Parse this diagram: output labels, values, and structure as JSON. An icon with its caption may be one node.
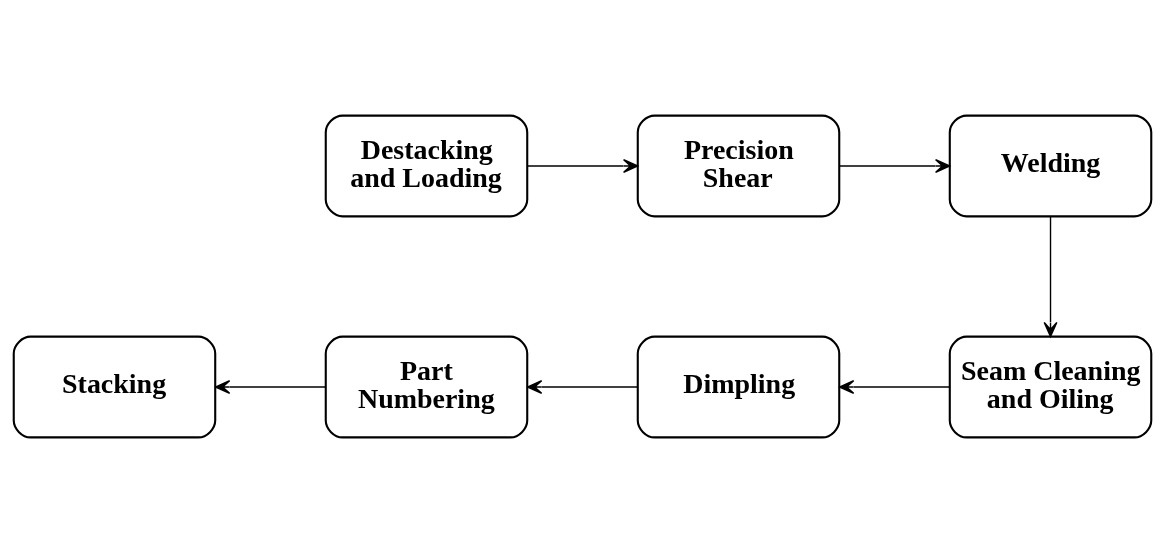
{
  "diagram": {
    "nodes": [
      {
        "text": [
          "Destacking and Loading"
        ]
      },
      {
        "text": [
          "Precision Shear"
        ]
      },
      {
        "text": [
          "Welding"
        ]
      },
      {
        "text": [
          "Seam Cleaning and Oiling"
        ]
      },
      {
        "text": [
          "Dimpling"
        ]
      },
      {
        "text": [
          "Part Numbering"
        ]
      },
      {
        "text": [
          "Stacking"
        ]
      }
    ],
    "edges": [
      {
        "from": 0,
        "to": 1,
        "arrow": "to"
      },
      {
        "from": 1,
        "to": 2,
        "arrow": "to"
      },
      {
        "from": 2,
        "to": 3,
        "arrow": "to"
      },
      {
        "from": 3,
        "to": 4,
        "arrow": "to"
      },
      {
        "from": 4,
        "to": 5,
        "arrow": "to"
      },
      {
        "from": 5,
        "to": 6,
        "arrow": "to"
      }
    ]
  }
}
